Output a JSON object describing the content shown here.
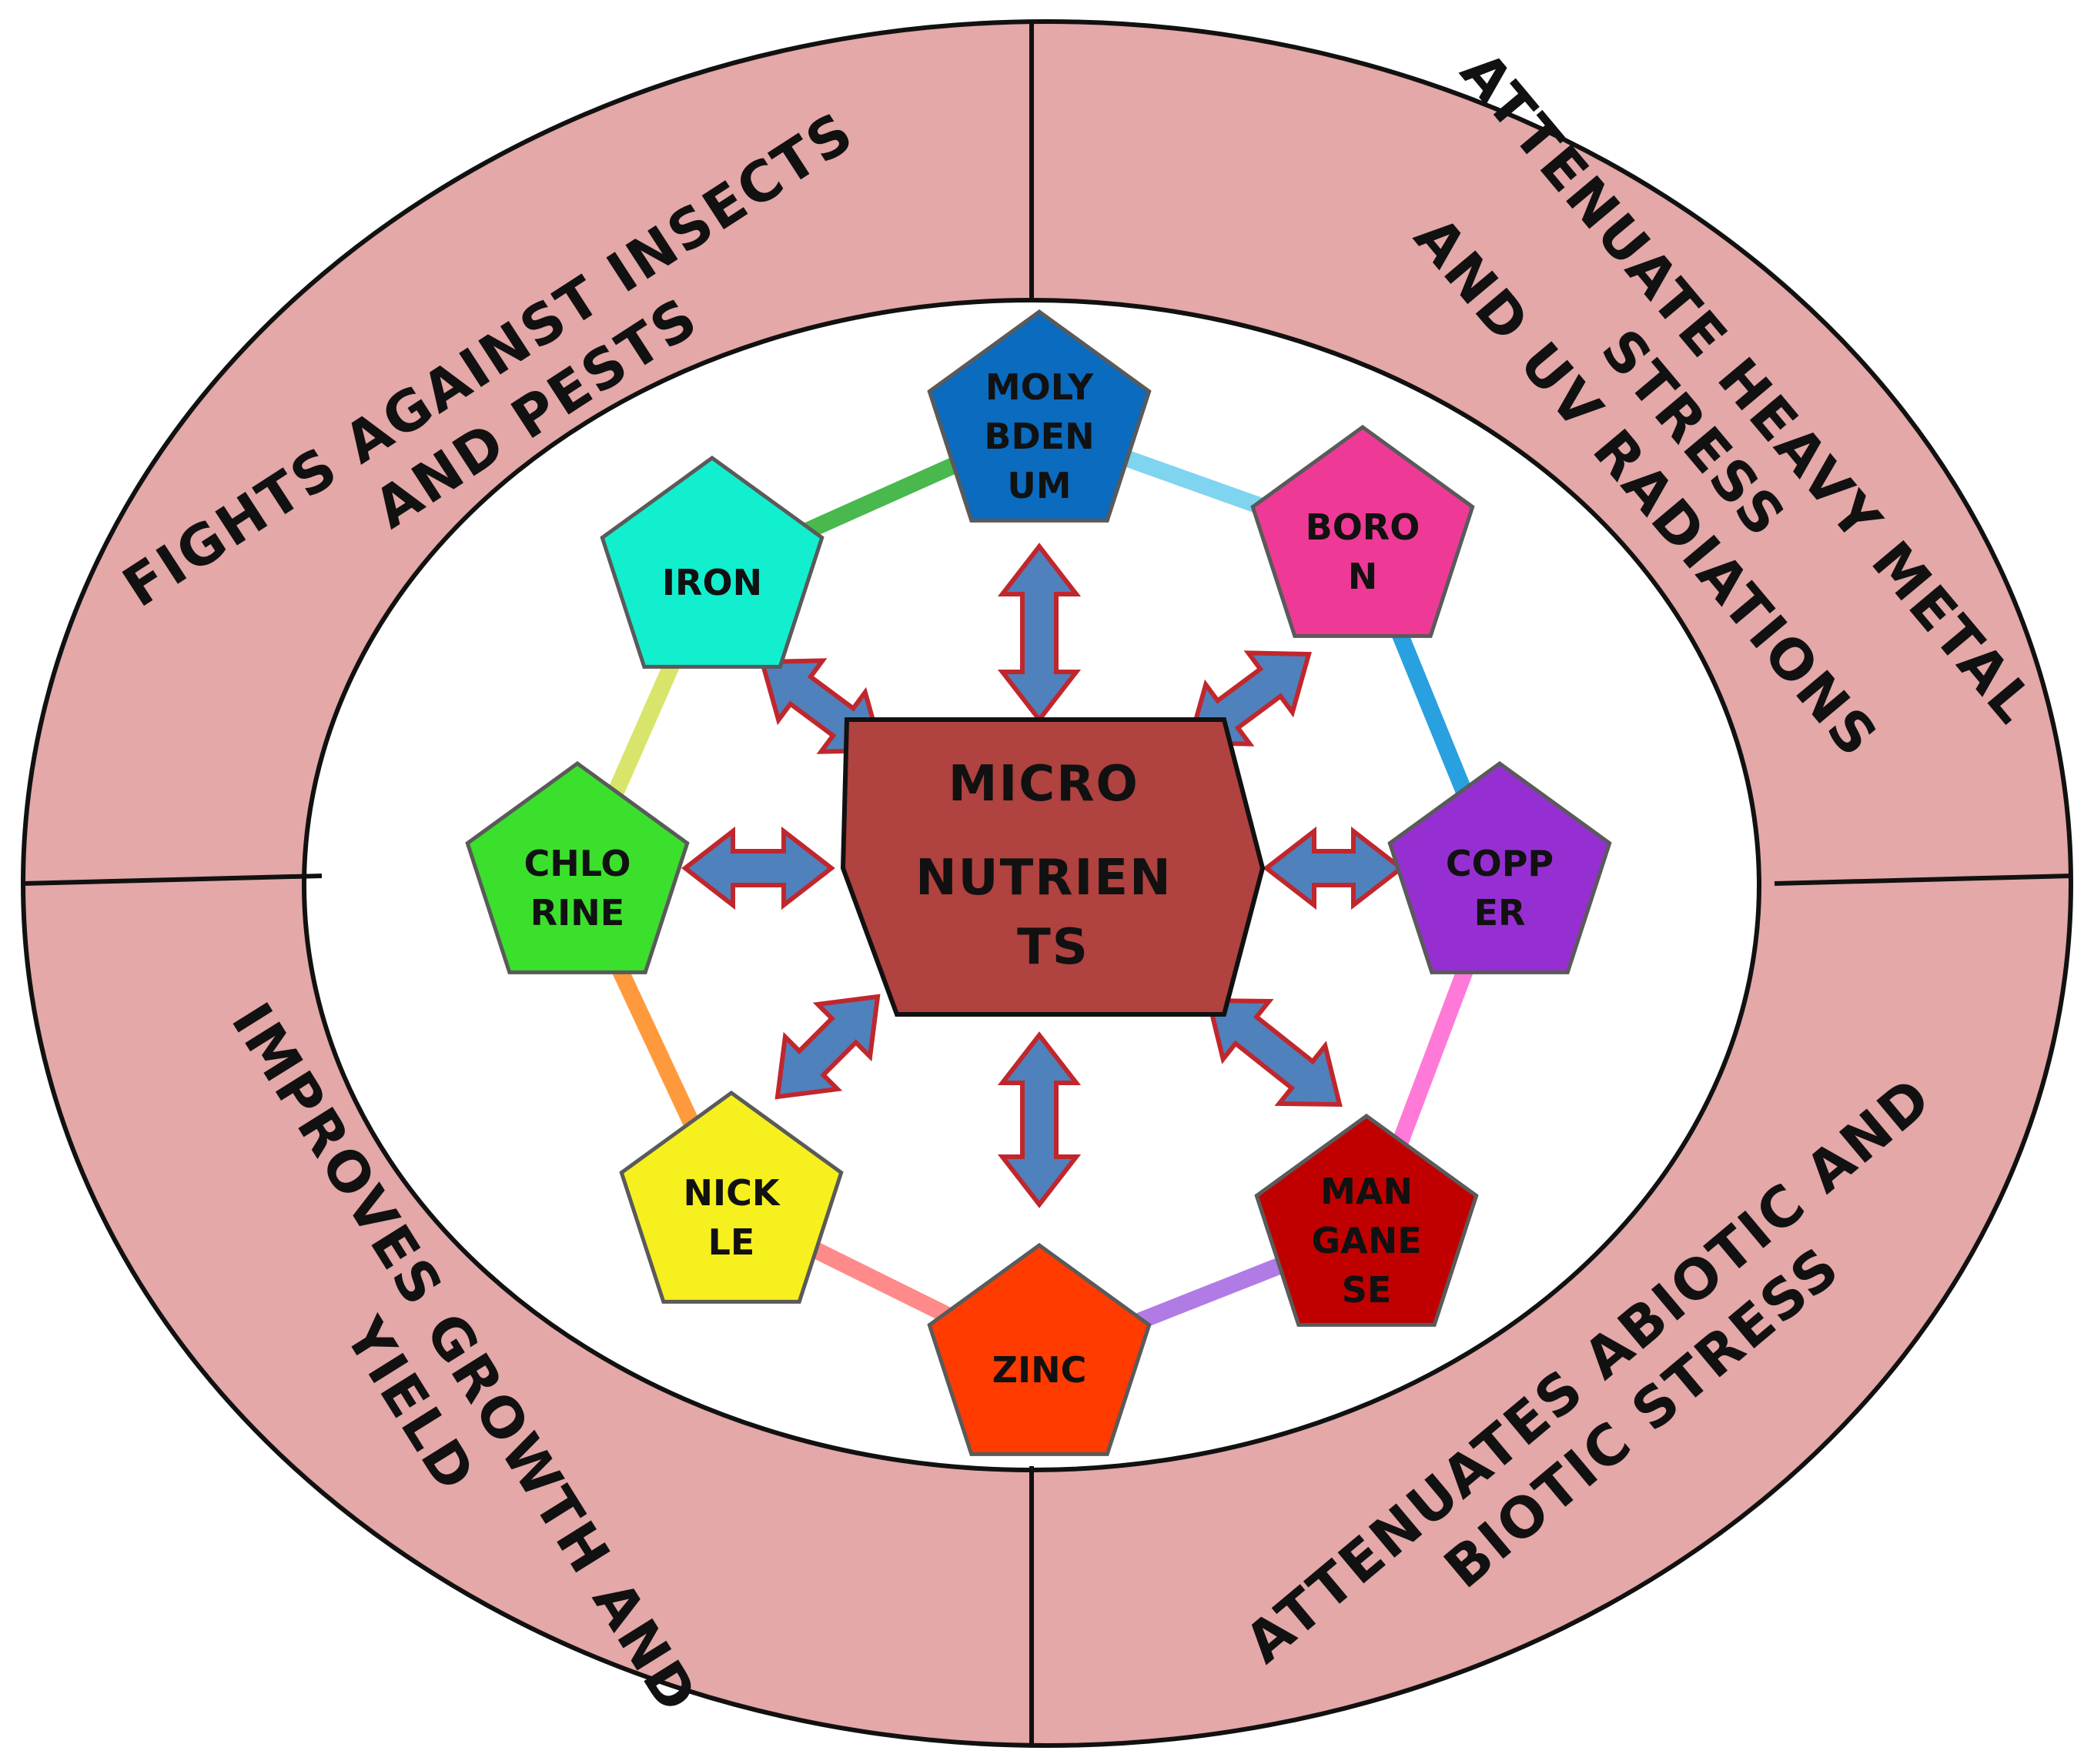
{
  "center": {
    "label_lines": [
      "MICRO",
      "NUTRIEN",
      "TS"
    ],
    "fill": "#b0423f"
  },
  "outer_ring": {
    "fill": "#e3a8a7",
    "quadrants": {
      "top_left": {
        "lines": [
          "FIGHTS AGAINST INSECTS",
          "AND PESTS"
        ]
      },
      "top_right": {
        "lines": [
          "ATTENUATE HEAVY METAL",
          "STRESS",
          "AND UV RADIATIONS"
        ]
      },
      "bottom_left": {
        "lines": [
          "IMPROVES GROWTH AND",
          "YIELD"
        ]
      },
      "bottom_right": {
        "lines": [
          "ATTENUATES ABIOTIC AND",
          "BIOTIC STRESS"
        ]
      }
    }
  },
  "nutrients": [
    {
      "id": "molybdenum",
      "lines": [
        "MOLY",
        "BDEN",
        "UM"
      ],
      "color": "#0a6bbf"
    },
    {
      "id": "boron",
      "lines": [
        "BORO",
        "N"
      ],
      "color": "#ee3a96"
    },
    {
      "id": "copper",
      "lines": [
        "COPP",
        "ER"
      ],
      "color": "#962fd2"
    },
    {
      "id": "manganese",
      "lines": [
        "MAN",
        "GANE",
        "SE"
      ],
      "color": "#c00000"
    },
    {
      "id": "zinc",
      "lines": [
        "ZINC"
      ],
      "color": "#ff3b00"
    },
    {
      "id": "nickle",
      "lines": [
        "NICK",
        "LE"
      ],
      "color": "#f7f01f"
    },
    {
      "id": "chlorine",
      "lines": [
        "CHLO",
        "RINE"
      ],
      "color": "#3be02c"
    },
    {
      "id": "iron",
      "lines": [
        "IRON"
      ],
      "color": "#12efcf"
    }
  ],
  "colors": {
    "arrow_fill": "#4f81bd",
    "arrow_stroke": "#c0272d",
    "ring_segments": [
      "#7fd4f0",
      "#29a0e0",
      "#ff7ad8",
      "#b17be6",
      "#ff8a8a",
      "#ff9a3c",
      "#d8e56a",
      "#49b84d"
    ]
  }
}
